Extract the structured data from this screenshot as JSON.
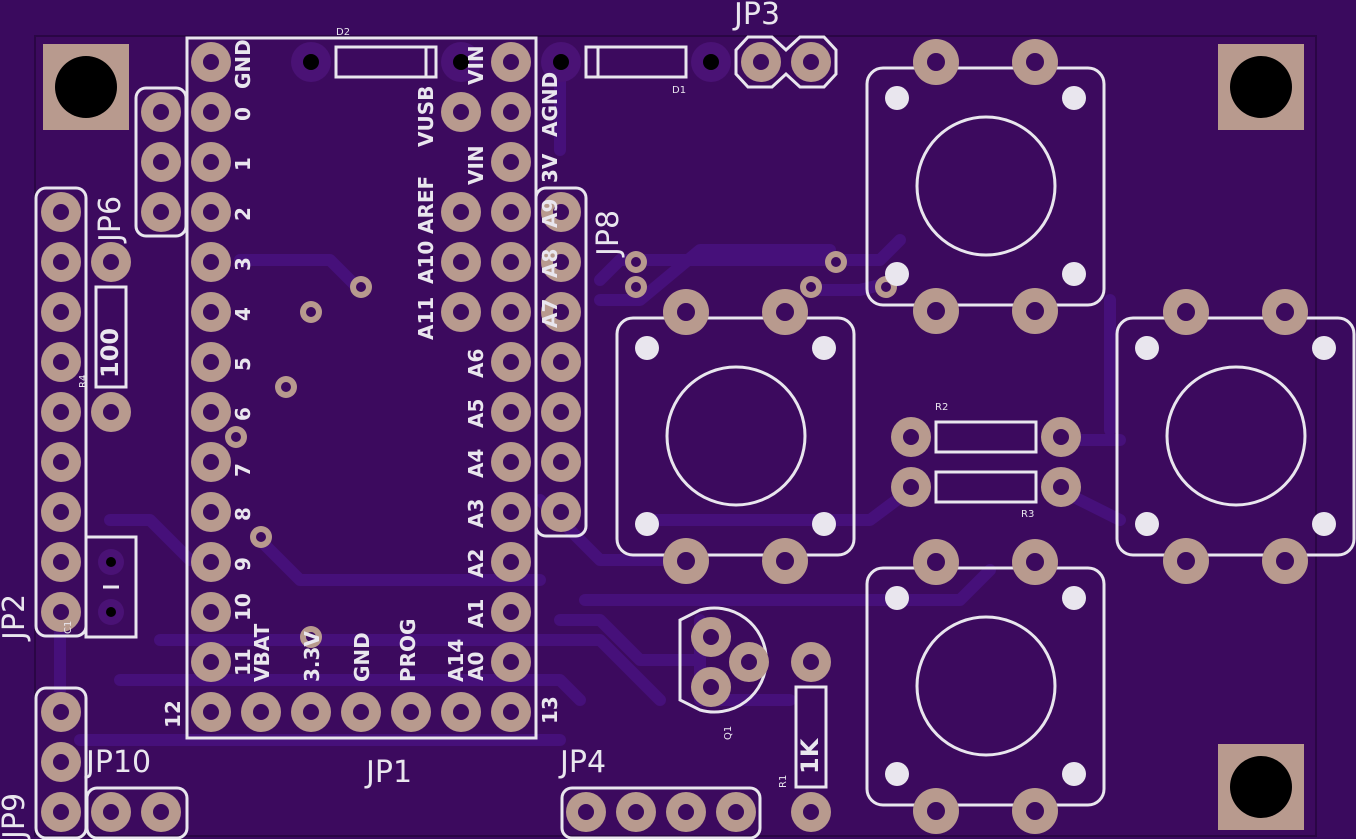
{
  "colors": {
    "background": "#3a0a5e",
    "board": "#3c0a5e",
    "trace": "#46107a",
    "pad": "#b89a8e",
    "silk": "#e9e6ee"
  },
  "headers": [
    "JP1",
    "JP2",
    "JP3",
    "JP4",
    "JP6",
    "JP8",
    "JP9",
    "JP10"
  ],
  "left_pins": [
    "GND",
    "0",
    "1",
    "2",
    "3",
    "4",
    "5",
    "6",
    "7",
    "8",
    "9",
    "10",
    "11"
  ],
  "right_pins": [
    "VIN",
    "AGND",
    "3V",
    "A9",
    "A8",
    "A7",
    "A6",
    "A5",
    "A4",
    "A3",
    "A2",
    "A1",
    "A0"
  ],
  "inner_pins": [
    "VIN",
    "VUSB",
    "VIN",
    "AREF",
    "A10",
    "A11"
  ],
  "bottom_pins": [
    "VBAT",
    "3.3V",
    "GND",
    "PROG",
    "A14",
    "12",
    "13"
  ],
  "components": {
    "r1": "R1",
    "r2": "R2",
    "r3": "R3",
    "r4": "R4",
    "d1": "D1",
    "d2": "D2",
    "q1": "Q1",
    "c1": "C1"
  },
  "values": {
    "r1": "1K",
    "r4": "100"
  }
}
